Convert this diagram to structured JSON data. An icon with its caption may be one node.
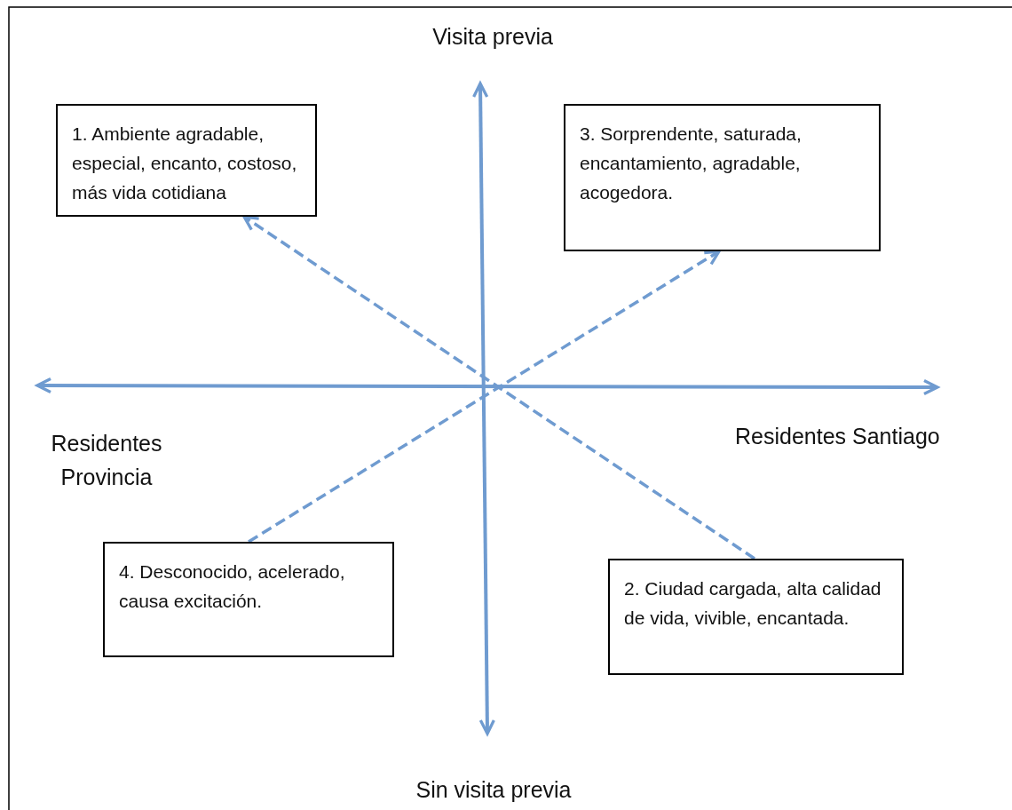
{
  "diagram": {
    "nodes": [
      {
        "text": [
          "1. Ambiente agradable, especial, encanto, costoso, más vida cotidiana"
        ]
      },
      {
        "text": [
          "3. Sorprendente, saturada, encantamiento, agradable, acogedora."
        ]
      },
      {
        "text": [
          "4. Desconocido, acelerado, causa excitación."
        ]
      },
      {
        "text": [
          "2. Ciudad cargada, alta calidad de vida, vivible, encantada."
        ]
      }
    ],
    "edges": [
      {
        "from": 2,
        "to": 1,
        "arrow": "to",
        "style": "dashed"
      },
      {
        "from": 3,
        "to": 0,
        "arrow": "to",
        "style": "dashed"
      }
    ],
    "labels": [
      "Visita previa",
      "Residentes Provincia",
      "Residentes Santiago",
      "Sin visita previa"
    ]
  }
}
